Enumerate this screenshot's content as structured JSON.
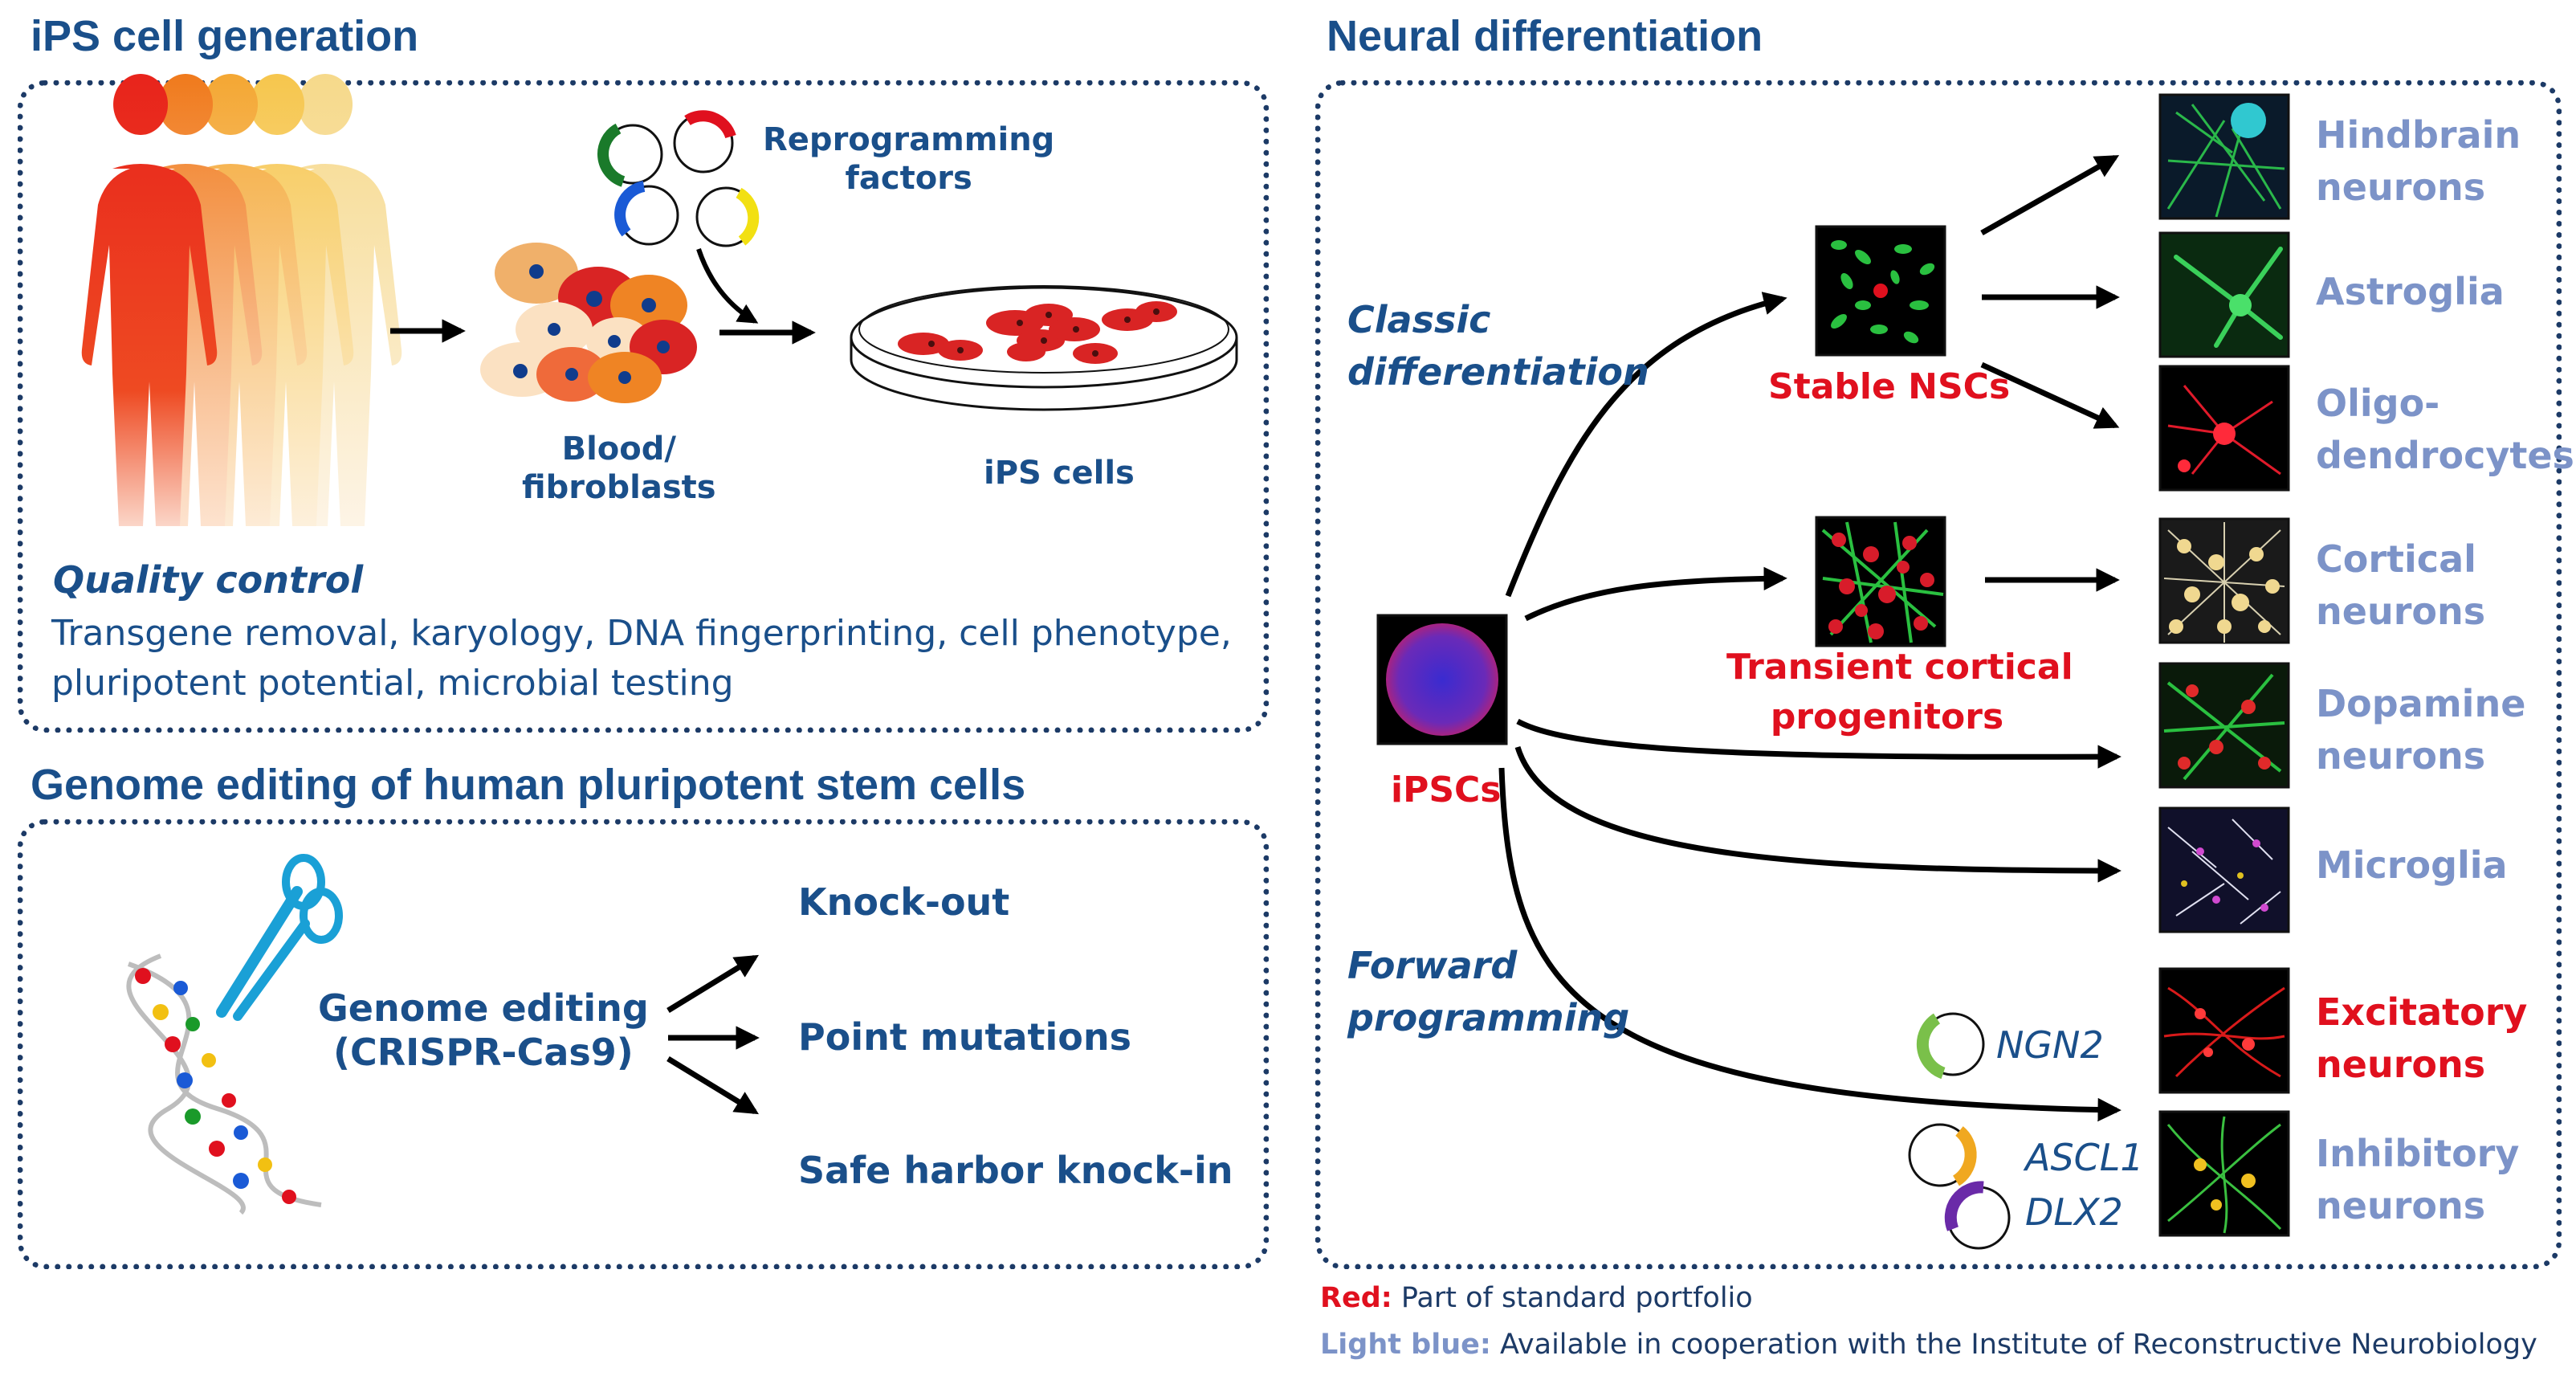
{
  "ips": {
    "title": "iPS cell generation",
    "reprogramming_label": "Reprogramming\nfactors",
    "blood_label": "Blood/\nfibroblasts",
    "ips_cells_label": "iPS cells",
    "qc_title": "Quality control",
    "qc_text": "Transgene removal, karyology, DNA fingerprinting, cell phenotype, pluripotent potential, microbial testing"
  },
  "genome": {
    "title": "Genome editing of human pluripotent stem cells",
    "editing_label": "Genome editing\n(CRISPR-Cas9)",
    "outcomes": [
      "Knock-out",
      "Point mutations",
      "Safe harbor knock-in"
    ]
  },
  "neural": {
    "title": "Neural differentiation",
    "classic_label": "Classic\ndifferentiation",
    "forward_label": "Forward\nprogramming",
    "ipscs_label": "iPSCs",
    "nsc_label": "Stable NSCs",
    "cortical_prog_label": "Transient cortical\nprogenitors",
    "ngn2_label": "NGN2",
    "ascl1_label": "ASCL1",
    "dlx2_label": "DLX2",
    "cell_types": [
      {
        "label": "Hindbrain\nneurons",
        "status": "light-blue"
      },
      {
        "label": "Astroglia",
        "status": "light-blue"
      },
      {
        "label": "Oligo-\ndendrocytes",
        "status": "light-blue"
      },
      {
        "label": "Cortical\nneurons",
        "status": "light-blue"
      },
      {
        "label": "Dopamine\nneurons",
        "status": "light-blue"
      },
      {
        "label": "Microglia",
        "status": "light-blue"
      },
      {
        "label": "Excitatory\nneurons",
        "status": "red"
      },
      {
        "label": "Inhibitory\nneurons",
        "status": "light-blue"
      }
    ]
  },
  "legend": {
    "red_key": "Red:",
    "red_text": "Part of standard portfolio",
    "blue_key": "Light blue:",
    "blue_text": "Available in cooperation with the Institute of Reconstructive Neurobiology"
  },
  "colors": {
    "navy": "#1a4f8a",
    "red": "#e0101e",
    "light_blue": "#7c93c8",
    "border": "#1c3a66"
  }
}
